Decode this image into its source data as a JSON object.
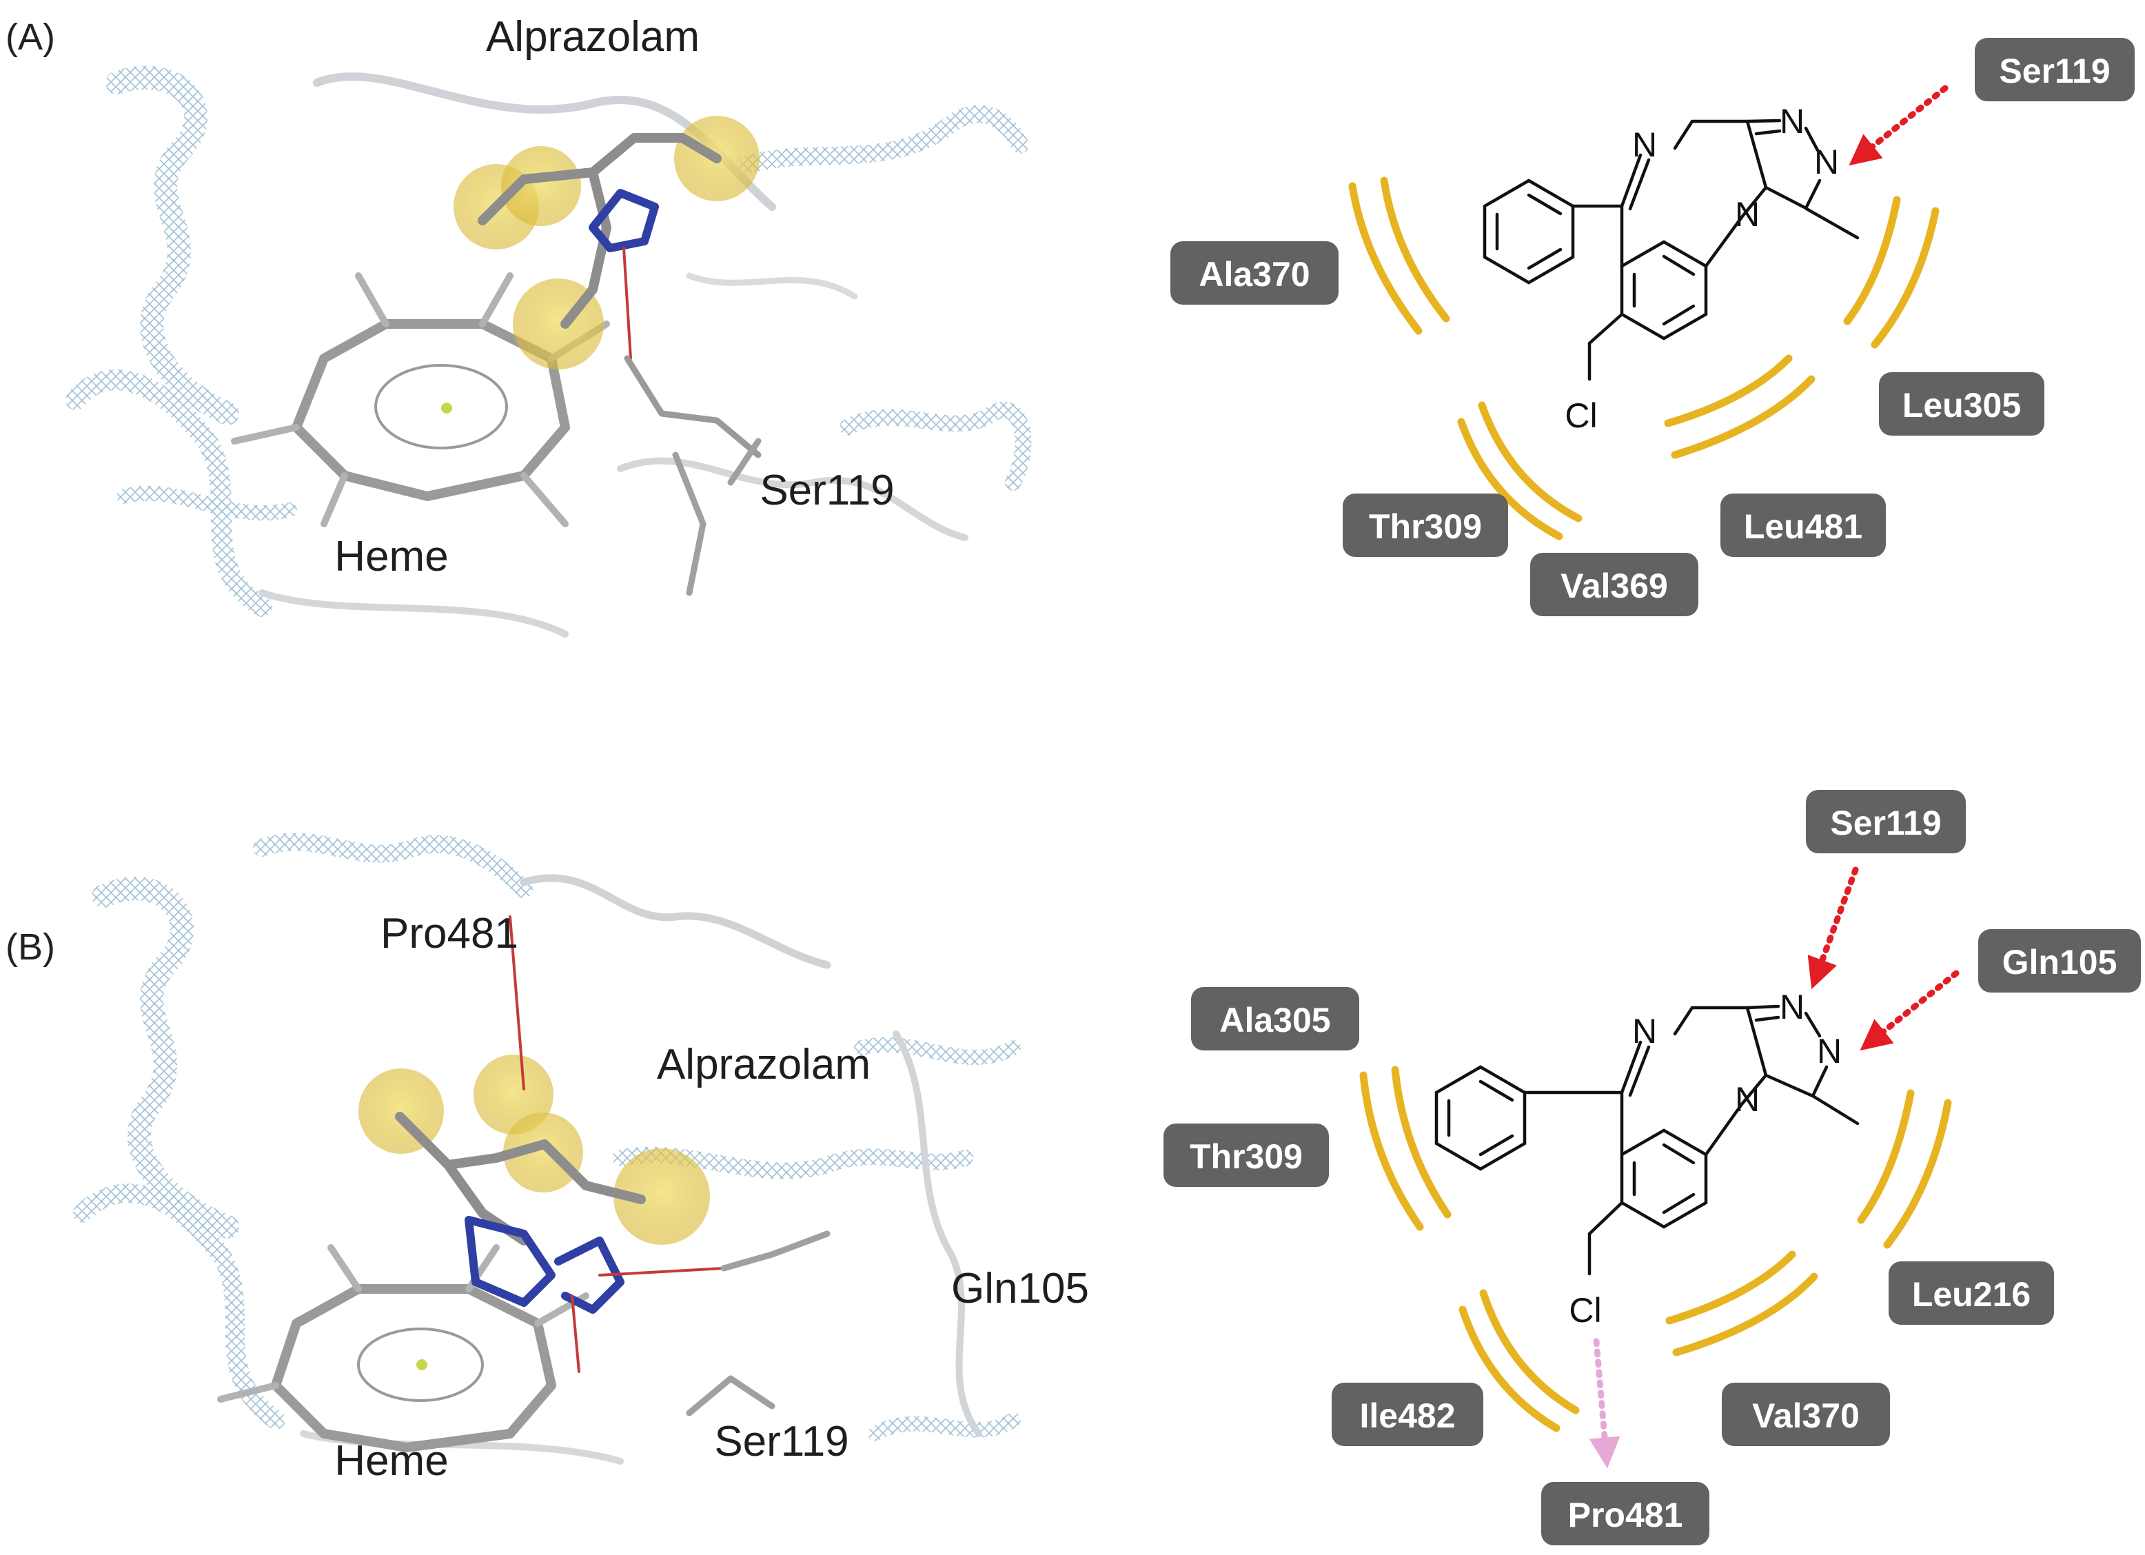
{
  "panels": [
    {
      "letter": "(A)",
      "structure_labels": {
        "ligand": "Alprazolam",
        "cofactor": "Heme",
        "residue": "Ser119"
      },
      "diagram": {
        "hbond_residues": [
          "Ser119"
        ],
        "hydrophobic_residues": [
          "Ala370",
          "Leu305",
          "Thr309",
          "Val369",
          "Leu481"
        ]
      }
    },
    {
      "letter": "(B)",
      "structure_labels": {
        "residue_top": "Pro481",
        "ligand": "Alprazolam",
        "residue_right": "Gln105",
        "cofactor": "Heme",
        "residue_bottom": "Ser119"
      },
      "diagram": {
        "hbond_residues": [
          "Ser119",
          "Gln105"
        ],
        "halogen_residue": "Pro481",
        "hydrophobic_residues": [
          "Ala305",
          "Thr309",
          "Leu216",
          "Ile482",
          "Val370"
        ]
      }
    }
  ],
  "atoms": {
    "n": "N",
    "cl": "Cl"
  },
  "colors": {
    "residue_box": "#626262",
    "hydrophobic_arc": "#e7b321",
    "hbond_arrow": "#e21d24",
    "halogen_arrow": "#e6a8d6",
    "ribbon_blue": "#8fb4cc",
    "ribbon_gray": "#c9ccd0",
    "hydrophobic_sphere": "#e3c64a"
  }
}
